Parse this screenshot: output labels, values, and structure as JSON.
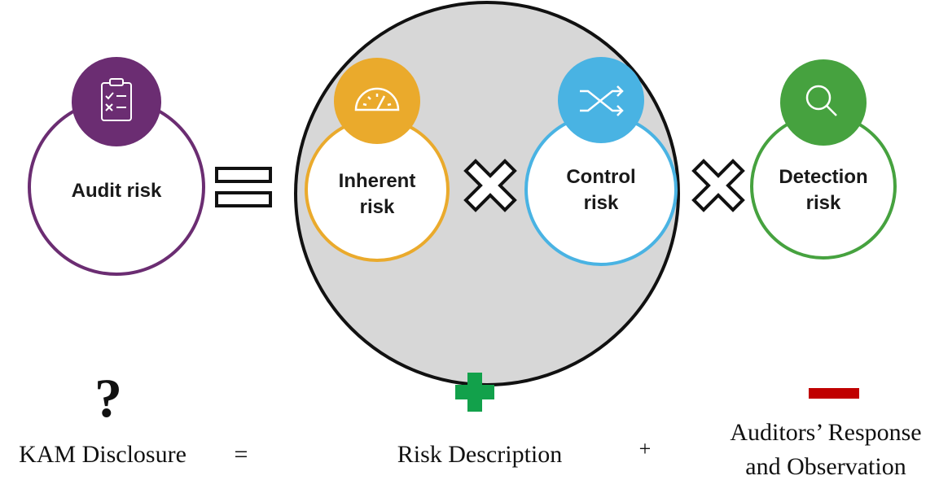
{
  "colors": {
    "audit": "#6b2d72",
    "inherent": "#eaaa2c",
    "control": "#49b3e3",
    "detection": "#46a23f",
    "grey_circle_fill": "#d7d7d7",
    "plus_green": "#12a14b",
    "minus_red": "#c00000"
  },
  "icons": {
    "audit": "clipboard-checklist-icon",
    "inherent": "speedometer-icon",
    "control": "shuffle-arrows-icon",
    "detection": "magnifier-icon"
  },
  "formula": {
    "audit_risk": "Audit risk",
    "inherent_risk": [
      "Inherent",
      "risk"
    ],
    "control_risk": [
      "Control",
      "risk"
    ],
    "detection_risk": [
      "Detection",
      "risk"
    ]
  },
  "bottom": {
    "question_mark": "?",
    "kam_disclosure": "KAM Disclosure",
    "equals": "=",
    "risk_description": "Risk Description",
    "plus": "+",
    "auditors_response": [
      "Auditors’ Response",
      "and Observation"
    ]
  }
}
